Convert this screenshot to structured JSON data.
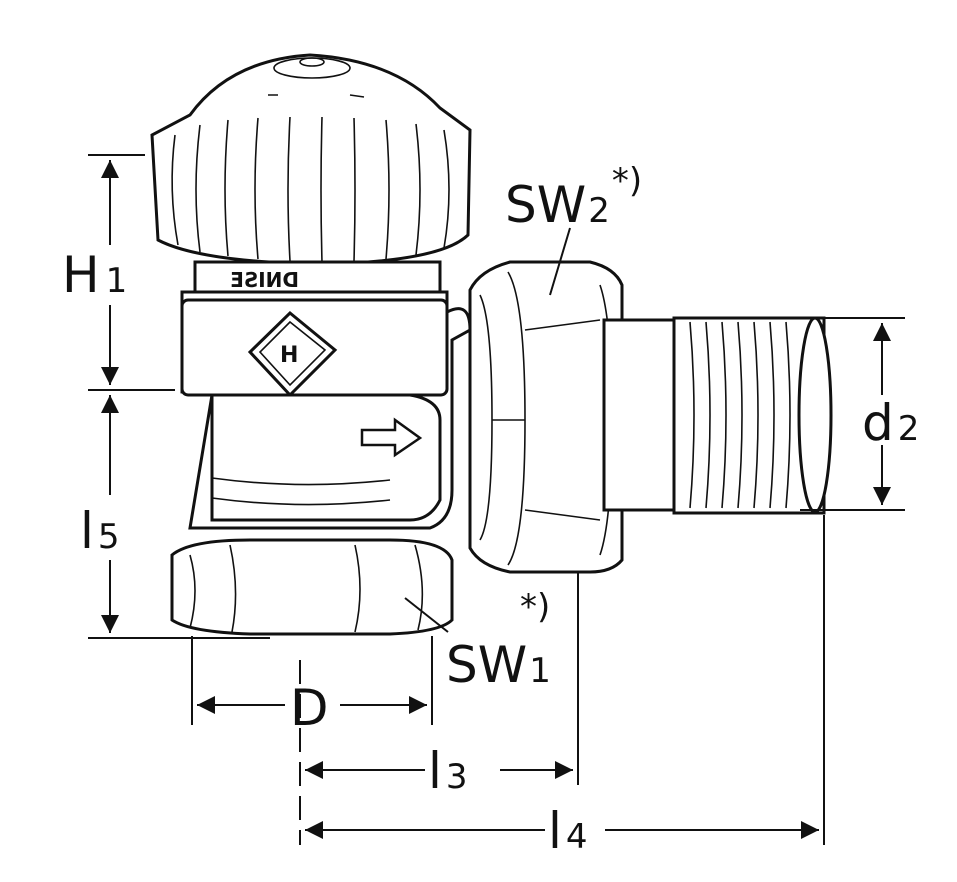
{
  "labels": {
    "H1": {
      "main": "H",
      "sub": "1"
    },
    "l5": {
      "main": "l",
      "sub": "5"
    },
    "D": {
      "main": "D"
    },
    "l3": {
      "main": "l",
      "sub": "3"
    },
    "l4": {
      "main": "l",
      "sub": "4"
    },
    "d2": {
      "main": "d",
      "sub": "2"
    },
    "SW1": {
      "main": "SW",
      "sub": "1",
      "note": "*)"
    },
    "SW2": {
      "main": "SW",
      "sub": "2",
      "note": "*)"
    }
  },
  "logo_text": "DNISE",
  "colors": {
    "line": "#111111",
    "background": "#ffffff"
  }
}
